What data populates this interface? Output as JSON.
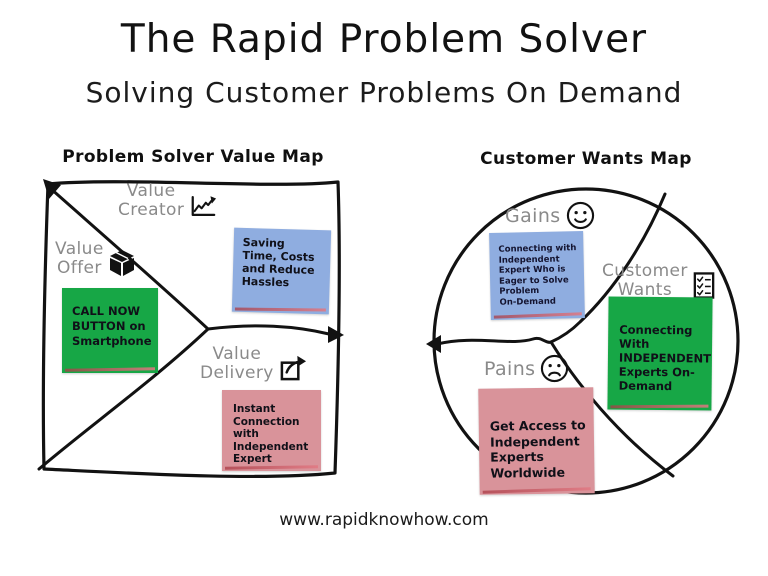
{
  "page": {
    "title": "The Rapid Problem Solver",
    "subtitle": "Solving Customer Problems On Demand",
    "footer": "www.rapidknowhow.com"
  },
  "colors": {
    "note_blue": "#8fade0",
    "note_green": "#17a746",
    "note_pink": "#d9939a",
    "note_edge_red": "#c44a56",
    "label_gray": "#8a8a8a",
    "ink": "#121212"
  },
  "value_map": {
    "heading": "Problem Solver Value Map",
    "labels": {
      "creator": "Value\nCreator",
      "offer": "Value\nOffer",
      "delivery": "Value\nDelivery"
    },
    "icons": {
      "creator": "trend-chart-icon",
      "offer": "package-icon",
      "delivery": "share-icon"
    },
    "notes": {
      "gains_blue": "Saving\nTime, Costs\nand Reduce\nHassles",
      "offer_green": "CALL NOW\nBUTTON on\nSmartphone",
      "delivery_pink": "Instant\nConnection\nwith\nIndependent\nExpert"
    }
  },
  "wants_map": {
    "heading": "Customer Wants Map",
    "labels": {
      "gains": "Gains",
      "customer_wants": "Customer\nWants",
      "pains": "Pains"
    },
    "icons": {
      "gains": "smiley-face-icon",
      "customer_wants": "checklist-icon",
      "pains": "sad-face-icon"
    },
    "notes": {
      "gains_blue": "Connecting with\nIndependent\nExpert Who is\nEager to Solve\nProblem\nOn-Demand",
      "wants_green": "Connecting\nWith\nINDEPENDENT\nExperts On-\nDemand",
      "pains_pink": "Get Access to\nIndependent\nExperts\nWorldwide"
    }
  }
}
